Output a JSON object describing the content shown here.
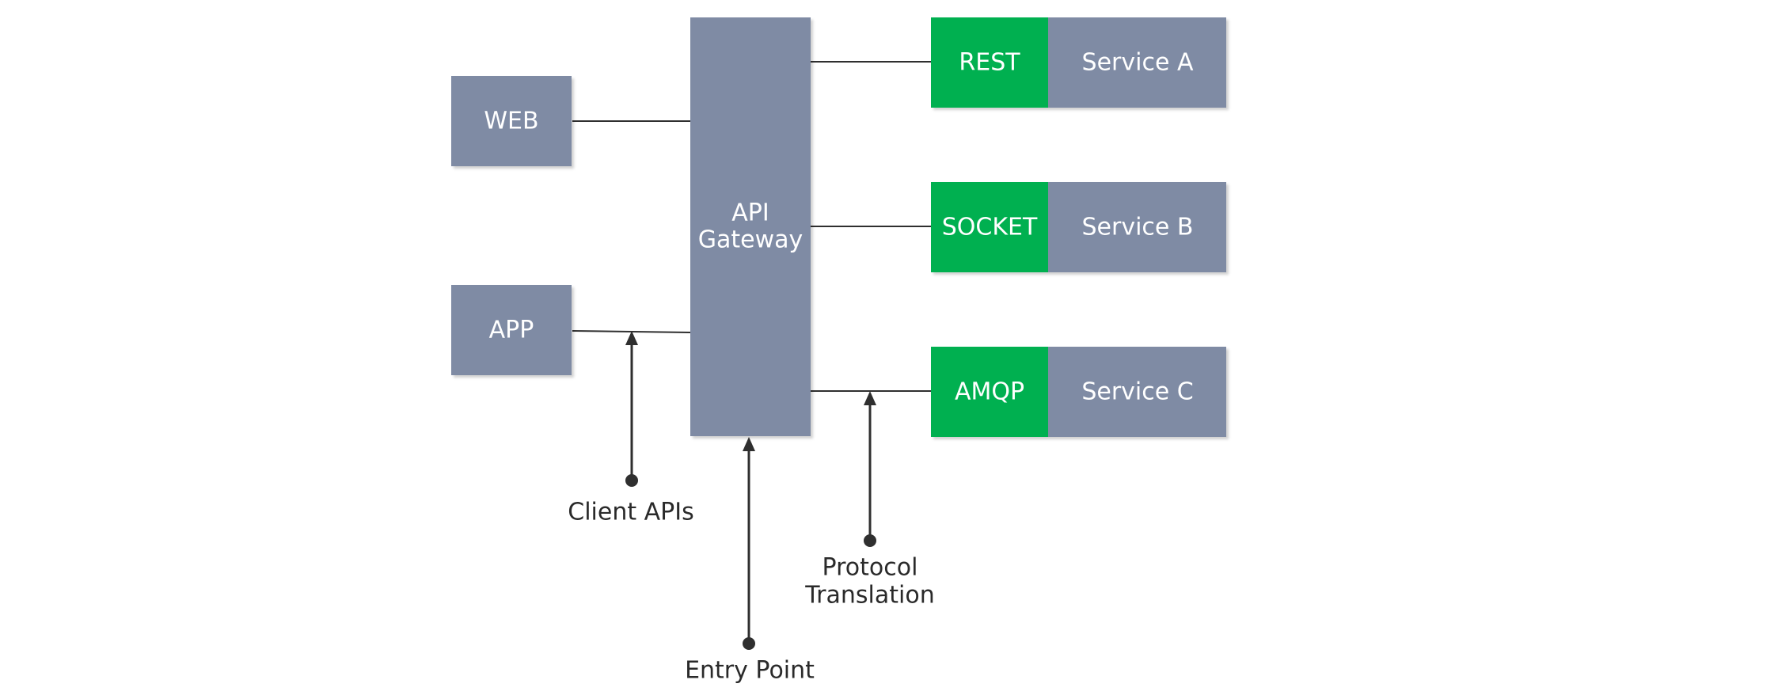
{
  "colors": {
    "node": "#7f8ba4",
    "protocol": "#00b050",
    "node_text": "#ffffff",
    "line": "#2f2f2f",
    "note_text": "#2a2a2a",
    "background": "#ffffff"
  },
  "clients": {
    "web": "WEB",
    "app": "APP"
  },
  "gateway": {
    "line1": "API",
    "line2": "Gateway"
  },
  "services": [
    {
      "protocol": "REST",
      "service": "Service A"
    },
    {
      "protocol": "SOCKET",
      "service": "Service B"
    },
    {
      "protocol": "AMQP",
      "service": "Service C"
    }
  ],
  "annotations": {
    "client_apis": "Client APIs",
    "entry_point": "Entry Point",
    "protocol_translation": {
      "line1": "Protocol",
      "line2": "Translation"
    }
  }
}
